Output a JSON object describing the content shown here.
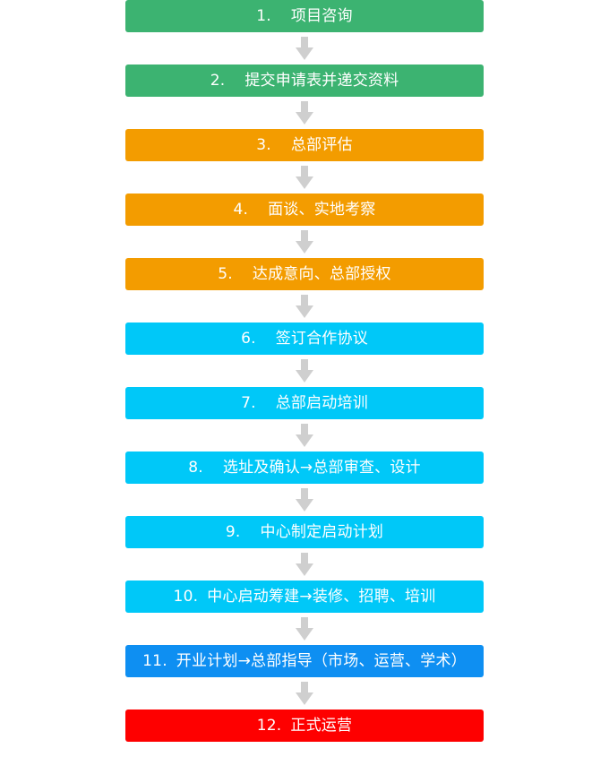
{
  "colors": {
    "green": "#3cb371",
    "orange": "#f39c00",
    "cyan": "#00c8f8",
    "blue": "#0e8ff2",
    "red": "#fe0000",
    "arrow": "#cfcfcf"
  },
  "steps": [
    {
      "num": "1.",
      "label": "项目咨询",
      "color": "green"
    },
    {
      "num": "2.",
      "label": "提交申请表并递交资料",
      "color": "green"
    },
    {
      "num": "3.",
      "label": "总部评估",
      "color": "orange"
    },
    {
      "num": "4.",
      "label": "面谈、实地考察",
      "color": "orange"
    },
    {
      "num": "5.",
      "label": "达成意向、总部授权",
      "color": "orange"
    },
    {
      "num": "6.",
      "label": "签订合作协议",
      "color": "cyan"
    },
    {
      "num": "7.",
      "label": "总部启动培训",
      "color": "cyan"
    },
    {
      "num": "8.",
      "label": "选址及确认→总部审查、设计",
      "color": "cyan"
    },
    {
      "num": "9.",
      "label": "中心制定启动计划",
      "color": "cyan"
    },
    {
      "num": "10.",
      "label": "中心启动筹建→装修、招聘、培训",
      "color": "cyan"
    },
    {
      "num": "11.",
      "label": "开业计划→总部指导（市场、运营、学术）",
      "color": "blue"
    },
    {
      "num": "12.",
      "label": "正式运营",
      "color": "red"
    }
  ]
}
